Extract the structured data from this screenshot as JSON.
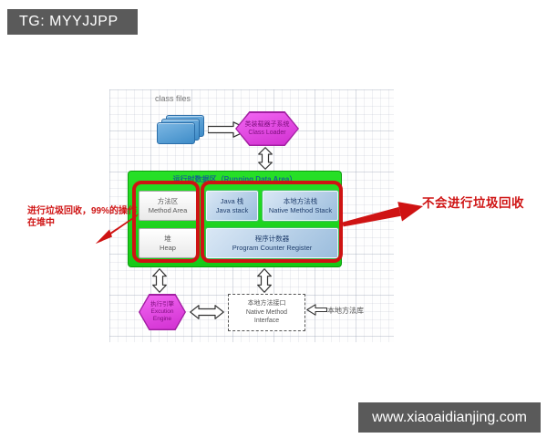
{
  "banners": {
    "tg": "TG: MYYJJPP",
    "site": "www.xiaoaidianjing.com"
  },
  "diagram": {
    "class_files_label": "class files",
    "class_loader": {
      "zh": "类装载器子系统",
      "en": "Class Loader"
    },
    "runtime": {
      "title": "运行时数据区（Running Data Area）",
      "method_area": {
        "zh": "方法区",
        "en": "Method Area"
      },
      "java_stack": {
        "zh": "Java 栈",
        "en": "Java stack"
      },
      "native_stack": {
        "zh": "本地方法栈",
        "en": "Native Method Stack"
      },
      "heap": {
        "zh": "堆",
        "en": "Heap"
      },
      "pcr": {
        "zh": "程序计数器",
        "en": "Program Counter Register"
      }
    },
    "engine": {
      "zh": "执行引擎",
      "en1": "Excution",
      "en2": "Engine"
    },
    "nmi": {
      "zh": "本地方法接口",
      "en1": "Native Method",
      "en2": "Interface"
    },
    "library_label": "本地方法库"
  },
  "annotations": {
    "left1": "进行垃圾回收，99%的操作",
    "left2": "在堆中",
    "right": "不会进行垃圾回收"
  },
  "colors": {
    "accent_red": "#cf1313",
    "green_box": "#1edc1e",
    "magenta": "#d82ed8",
    "blue_box": "#a9c6e2",
    "banner_bg": "#5a5a5a"
  }
}
